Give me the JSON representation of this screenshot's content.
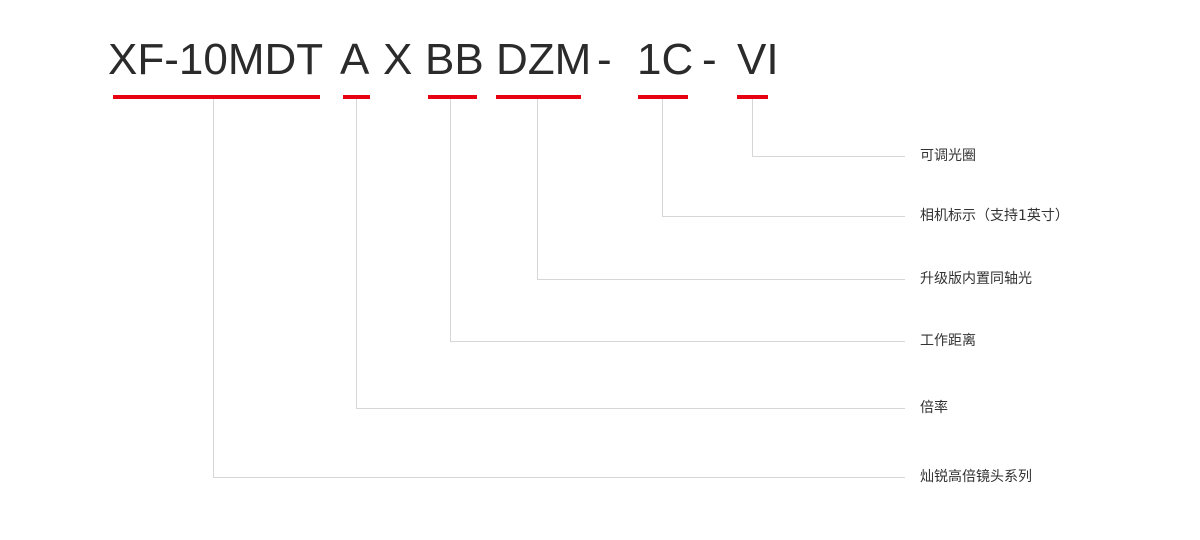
{
  "code_parts": [
    "XF-10MDT",
    "A",
    "X",
    "BB",
    "DZM",
    "-",
    "1C",
    "-",
    "VI"
  ],
  "labels": {
    "aperture": "可调光圈",
    "camera": "相机标示（支持1英寸）",
    "coaxial": "升级版内置同轴光",
    "working_distance": "工作距离",
    "magnification": "倍率",
    "series": "灿锐高倍镜头系列"
  },
  "colors": {
    "accent": "#e60012",
    "line": "#d6d6d6",
    "text": "#2b2b2b"
  }
}
